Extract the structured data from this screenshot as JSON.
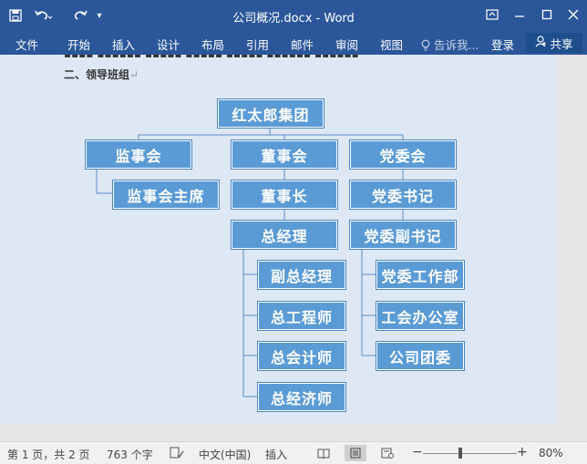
{
  "window": {
    "title": "公司概况.docx - Word",
    "icons": {
      "save": "save-icon",
      "undo": "undo-icon",
      "redo": "redo-icon",
      "customize": "customize-qat-icon",
      "ribbon_display": "ribbon-display-options-icon",
      "minimize": "minimize-icon",
      "maximize": "maximize-icon",
      "close": "close-icon"
    }
  },
  "ribbon": {
    "tabs": [
      "文件",
      "开始",
      "插入",
      "设计",
      "布局",
      "引用",
      "邮件",
      "审阅",
      "视图"
    ],
    "tell_me": "告诉我...",
    "signin": "登录",
    "share": "共享"
  },
  "document": {
    "heading": "二、领导班组",
    "pilcrow": "↵",
    "cut_line": "▪▪▪▪ ▪▪▪▪▪▪ ▪▪▪▪▪ ▪▪▪▪▪ ▪▪▪▪▪ ▪▪▪▪▪▪ ▪▪▪▪▪▪",
    "org_chart": {
      "root": "红太郎集团",
      "supervisory_board": "监事会",
      "supervisory_chair": "监事会主席",
      "board": "董事会",
      "chairman": "董事长",
      "general_manager": "总经理",
      "gm_reports": [
        "副总经理",
        "总工程师",
        "总会计师",
        "总经济师"
      ],
      "party_committee": "党委会",
      "party_secretary": "党委书记",
      "party_deputy_secretary": "党委副书记",
      "party_reports": [
        "党委工作部",
        "工会办公室",
        "公司团委"
      ]
    }
  },
  "colors": {
    "accent": "#2b579a",
    "node_fill": "#5b9bd5",
    "page_bg": "#dde8f4",
    "connector": "#5b8cc8"
  },
  "status_bar": {
    "page": "第 1 页，共 2 页",
    "words": "763 个字",
    "language": "中文(中国)",
    "mode": "插入",
    "zoom_minus": "−",
    "zoom_plus": "+",
    "zoom": "80%",
    "zoom_fraction": 0.4
  }
}
